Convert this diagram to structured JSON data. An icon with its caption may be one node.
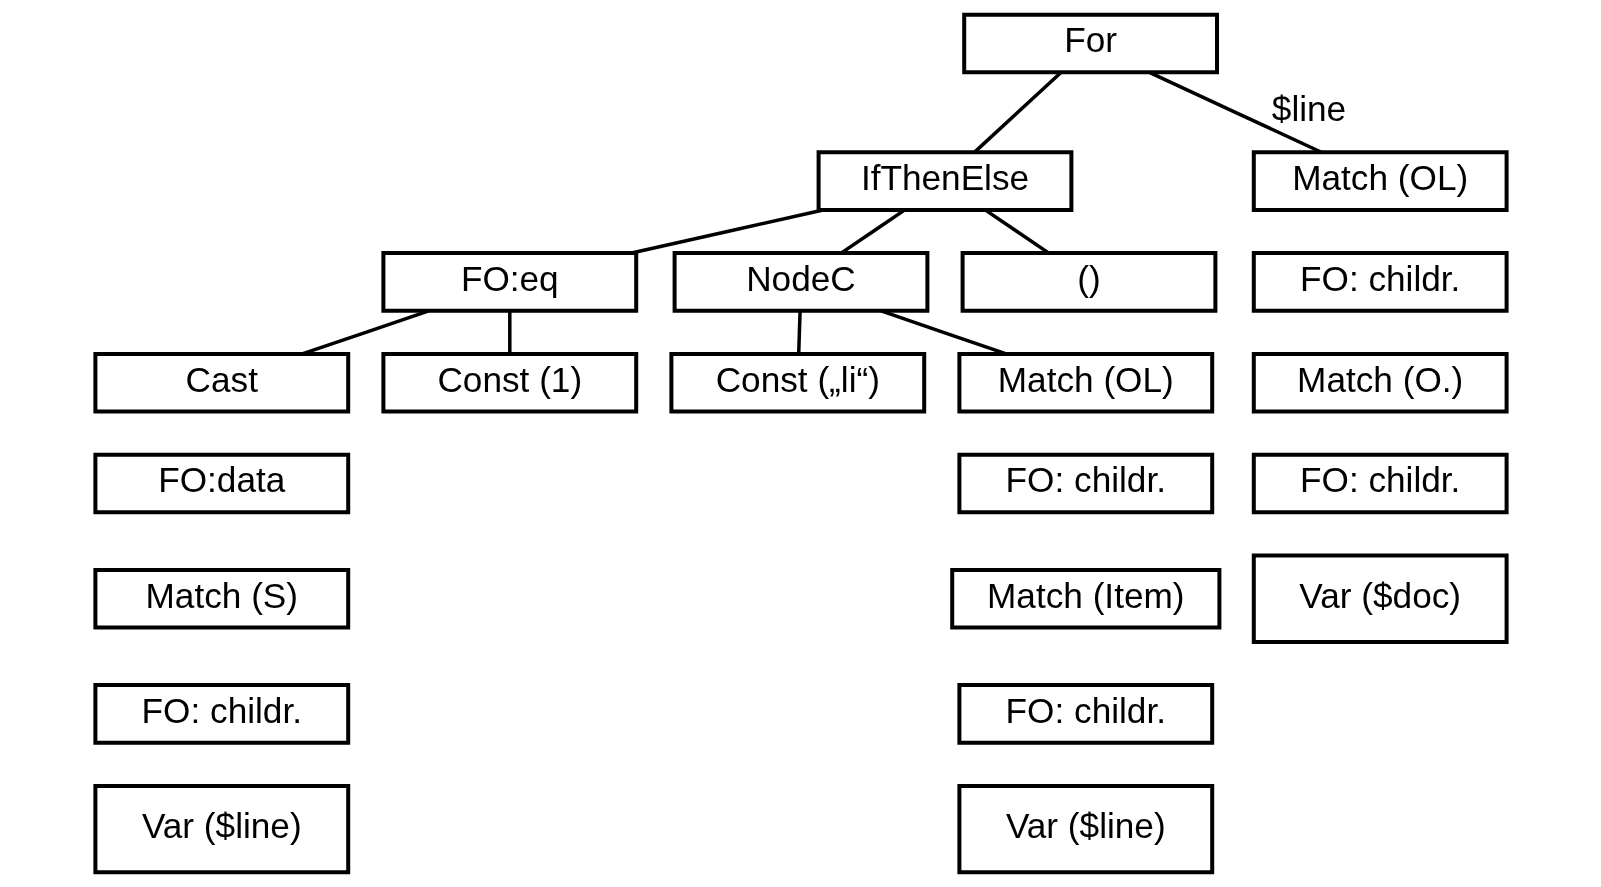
{
  "diagram": {
    "nodes": [
      {
        "text": [
          "For"
        ]
      },
      {
        "text": [
          "IfThenElse"
        ]
      },
      {
        "text": [
          "Match (OL)"
        ]
      },
      {
        "text": [
          "FO: childr."
        ]
      },
      {
        "text": [
          "Match (O.)"
        ]
      },
      {
        "text": [
          "FO: childr."
        ]
      },
      {
        "text": [
          "Var ($doc)"
        ]
      },
      {
        "text": [
          "FO:eq"
        ]
      },
      {
        "text": [
          "NodeC"
        ]
      },
      {
        "text": [
          "()"
        ]
      },
      {
        "text": [
          "Cast"
        ]
      },
      {
        "text": [
          "FO:data"
        ]
      },
      {
        "text": [
          "Match (S)"
        ]
      },
      {
        "text": [
          "FO: childr."
        ]
      },
      {
        "text": [
          "Var ($line)"
        ]
      },
      {
        "text": [
          "Const (1)"
        ]
      },
      {
        "text": [
          "Const („li“)"
        ]
      },
      {
        "text": [
          "Match (OL)"
        ]
      },
      {
        "text": [
          "FO: childr."
        ]
      },
      {
        "text": [
          "Match (Item)"
        ]
      },
      {
        "text": [
          "FO: childr."
        ]
      },
      {
        "text": [
          "Var ($line)"
        ]
      }
    ],
    "edges": [
      {
        "from": 0,
        "to": 2,
        "arrow": "none",
        "label": "$line"
      },
      {
        "from": 0,
        "to": 1,
        "arrow": "none"
      },
      {
        "from": 1,
        "to": 7,
        "arrow": "none"
      },
      {
        "from": 1,
        "to": 8,
        "arrow": "none"
      },
      {
        "from": 1,
        "to": 9,
        "arrow": "none"
      },
      {
        "from": 7,
        "to": 10,
        "arrow": "none"
      },
      {
        "from": 7,
        "to": 15,
        "arrow": "none"
      },
      {
        "from": 8,
        "to": 16,
        "arrow": "none"
      },
      {
        "from": 8,
        "to": 17,
        "arrow": "none"
      }
    ]
  }
}
